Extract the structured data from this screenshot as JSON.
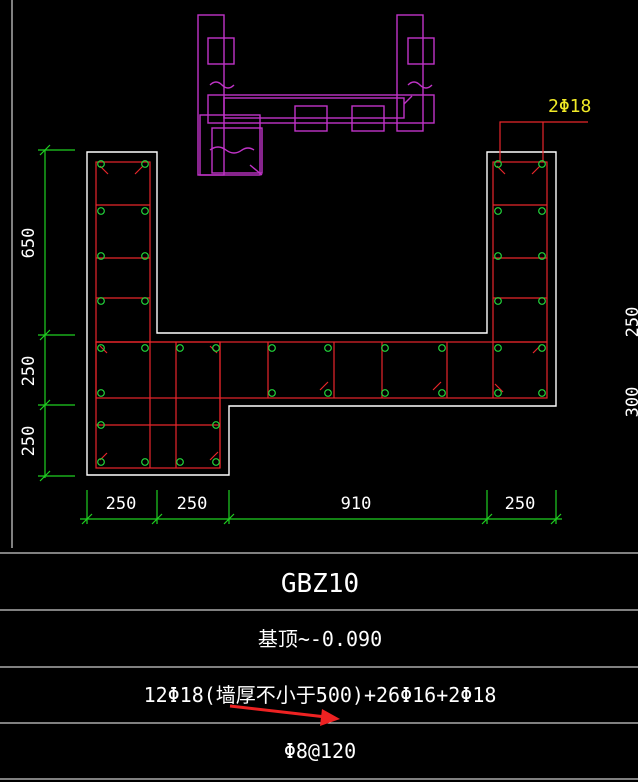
{
  "colors": {
    "background": "#000000",
    "outline": "#ffffff",
    "rebar": "#e8262b",
    "bar_point": "#21d43a",
    "dimension": "#1fd021",
    "leader": "#e8262b",
    "callout_text": "#f1ea27",
    "reference_detail": "#c033c7",
    "table_line": "#ffffff",
    "arrow": "#ee2222"
  },
  "callout": {
    "label": "2Φ18"
  },
  "dimensions": {
    "left": [
      "650",
      "250",
      "250"
    ],
    "bottom": [
      "250",
      "250",
      "910",
      "250"
    ],
    "right_partial": [
      "250",
      "300"
    ]
  },
  "table": {
    "title": "GBZ10",
    "elevation": "基顶~-0.090",
    "longitudinal": "12Φ18(墙厚不小于500)+26Φ16+2Φ18",
    "stirrup": "Φ8@120"
  }
}
